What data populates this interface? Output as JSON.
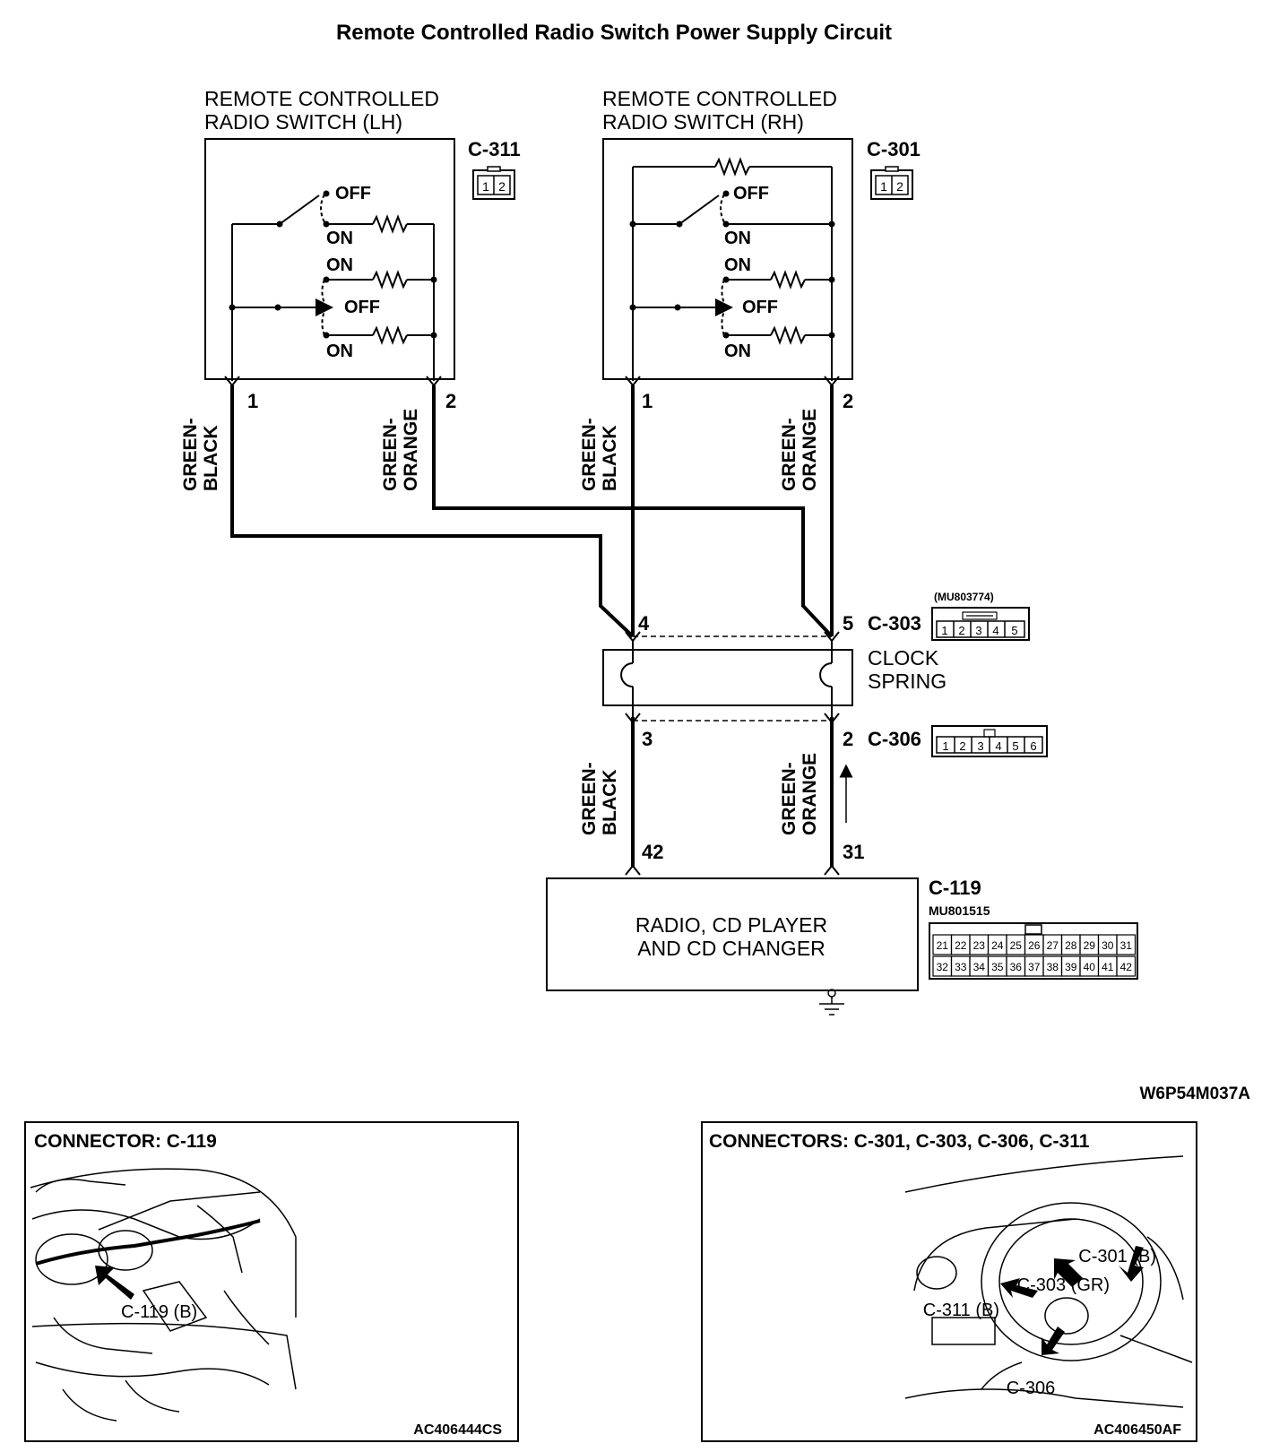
{
  "title": "Remote Controlled Radio Switch Power Supply Circuit",
  "lh_switch": {
    "label_line1": "REMOTE CONTROLLED",
    "label_line2": "RADIO SWITCH (LH)",
    "connector": "C-311",
    "connector_pins": [
      "1",
      "2"
    ],
    "pin1": "1",
    "pin2": "2",
    "states": [
      "OFF",
      "ON",
      "ON",
      "OFF",
      "ON"
    ]
  },
  "rh_switch": {
    "label_line1": "REMOTE CONTROLLED",
    "label_line2": "RADIO SWITCH (RH)",
    "connector": "C-301",
    "connector_pins": [
      "1",
      "2"
    ],
    "pin1": "1",
    "pin2": "2",
    "states": [
      "OFF",
      "ON",
      "ON",
      "OFF",
      "ON"
    ]
  },
  "wires": {
    "lh_pin1": [
      "GREEN-",
      "BLACK"
    ],
    "lh_pin2": [
      "GREEN-",
      "ORANGE"
    ],
    "rh_pin1": [
      "GREEN-",
      "BLACK"
    ],
    "rh_pin2": [
      "GREEN-",
      "ORANGE"
    ],
    "lower_left": [
      "GREEN-",
      "BLACK"
    ],
    "lower_right": [
      "GREEN-",
      "ORANGE"
    ]
  },
  "clock_spring": {
    "label_line1": "CLOCK",
    "label_line2": "SPRING",
    "top_connector": "C-303",
    "top_part": "(MU803774)",
    "top_pin_left": "4",
    "top_pin_right": "5",
    "top_pins": [
      "1",
      "2",
      "3",
      "4",
      "5"
    ],
    "bottom_connector": "C-306",
    "bottom_pin_left": "3",
    "bottom_pin_right": "2",
    "bottom_pins": [
      "1",
      "2",
      "3",
      "4",
      "5",
      "6"
    ]
  },
  "radio": {
    "label_line1": "RADIO, CD PLAYER",
    "label_line2": "AND CD CHANGER",
    "connector": "C-119",
    "part": "MU801515",
    "pin_left": "42",
    "pin_right": "31",
    "pins_row1": [
      "21",
      "22",
      "23",
      "24",
      "25",
      "26",
      "27",
      "28",
      "29",
      "30",
      "31"
    ],
    "pins_row2": [
      "32",
      "33",
      "34",
      "35",
      "36",
      "37",
      "38",
      "39",
      "40",
      "41",
      "42"
    ]
  },
  "diagram_code": "W6P54M037A",
  "panel_left": {
    "title": "CONNECTOR: C-119",
    "callout": "C-119 (B)",
    "code": "AC406444CS"
  },
  "panel_right": {
    "title": "CONNECTORS: C-301, C-303, C-306, C-311",
    "callout_301": "C-301 (B)",
    "callout_303": "C-303 (GR)",
    "callout_311": "C-311 (B)",
    "callout_306": "C-306",
    "code": "AC406450AF"
  }
}
